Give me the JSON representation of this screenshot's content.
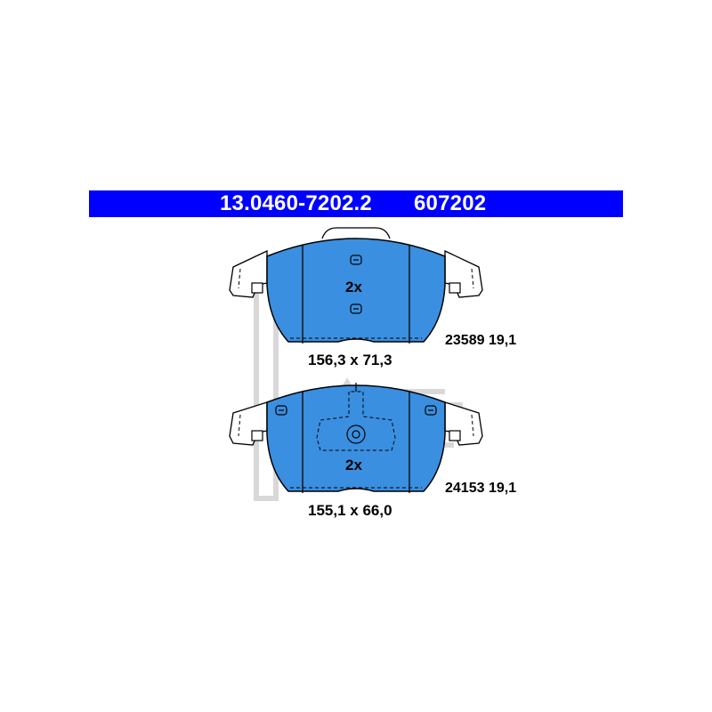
{
  "header": {
    "part_number": "13.0460-7202.2",
    "article_number": "607202"
  },
  "pads": [
    {
      "quantity": "2x",
      "dimensions": "156,3 x 71,3",
      "wva_number": "23589",
      "thickness": "19,1"
    },
    {
      "quantity": "2x",
      "dimensions": "155,1 x 66,0",
      "wva_number": "24153",
      "thickness": "19,1"
    }
  ],
  "colors": {
    "header_background": "#0000ff",
    "header_text": "#ffffff",
    "pad_fill": "#3a8fe0",
    "outline": "#000000",
    "watermark": "#d8d8d8"
  },
  "watermark": "ATE"
}
